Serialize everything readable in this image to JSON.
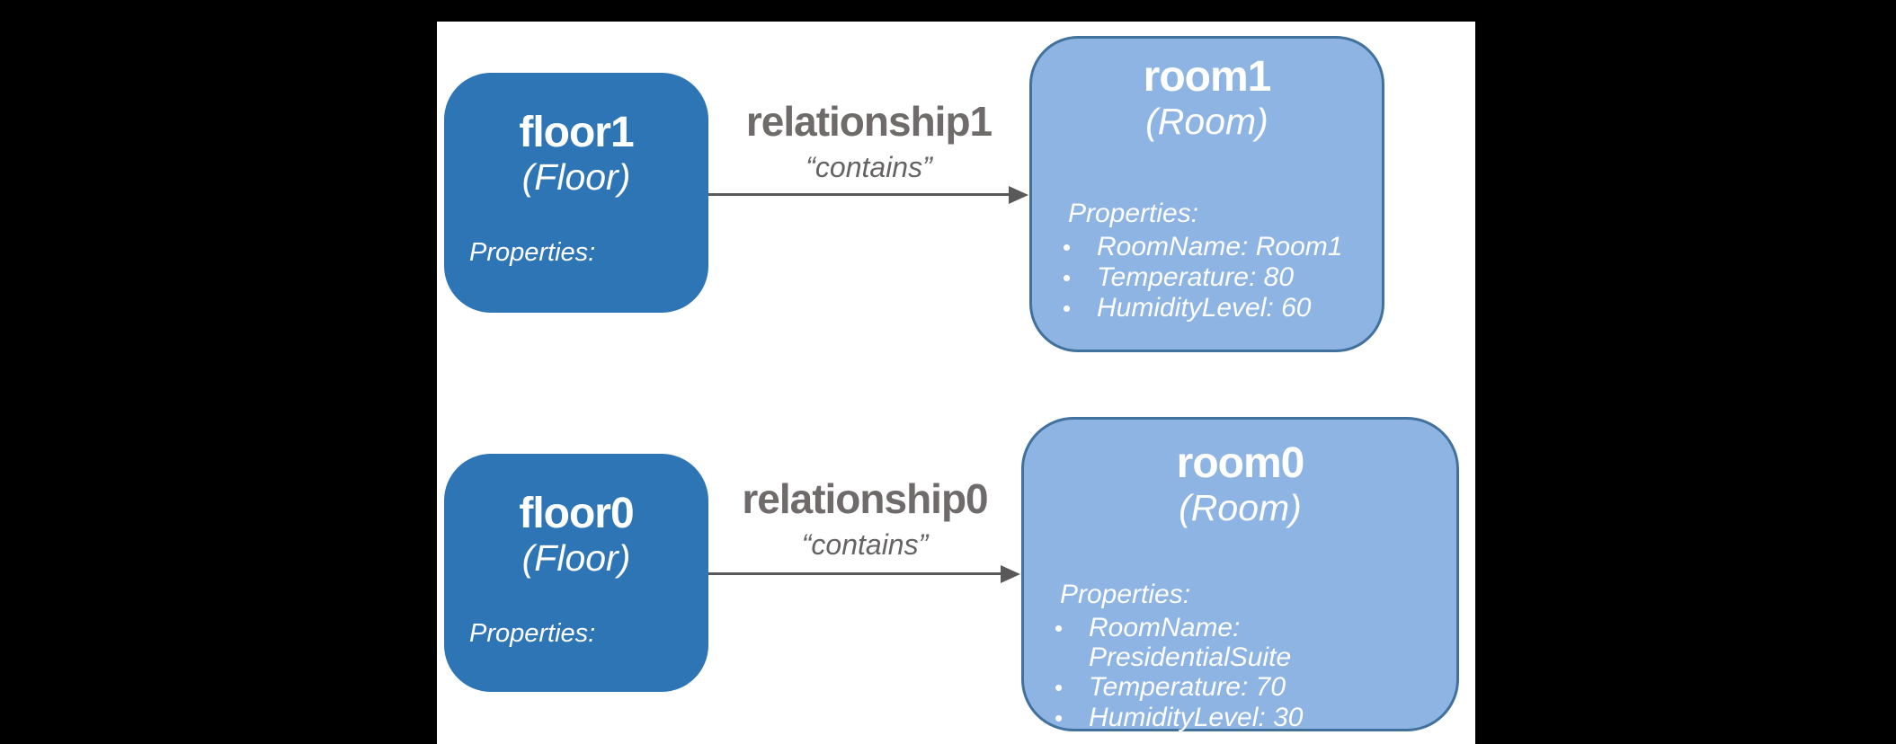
{
  "ui": {
    "bullet_char": "•"
  },
  "colors": {
    "background": "#000000",
    "slide": "#ffffff",
    "floor_fill": "#2E75B6",
    "room_fill": "#8DB4E2",
    "room_border": "#41719C",
    "label_gray": "#6F6B6B",
    "arrow_gray": "#595959",
    "node_text": "#ffffff"
  },
  "nodes": {
    "floor1": {
      "title": "floor1",
      "type_label": "(Floor)",
      "properties_label": "Properties:"
    },
    "room1": {
      "title": "room1",
      "type_label": "(Room)",
      "properties_label": "Properties:",
      "properties": [
        "RoomName: Room1",
        "Temperature: 80",
        "HumidityLevel: 60"
      ]
    },
    "floor0": {
      "title": "floor0",
      "type_label": "(Floor)",
      "properties_label": "Properties:"
    },
    "room0": {
      "title": "room0",
      "type_label": "(Room)",
      "properties_label": "Properties:",
      "properties": [
        "RoomName: PresidentialSuite",
        "Temperature: 70",
        "HumidityLevel: 30"
      ]
    }
  },
  "relationships": {
    "rel1": {
      "name": "relationship1",
      "kind": "“contains”"
    },
    "rel0": {
      "name": "relationship0",
      "kind": "“contains”"
    }
  }
}
